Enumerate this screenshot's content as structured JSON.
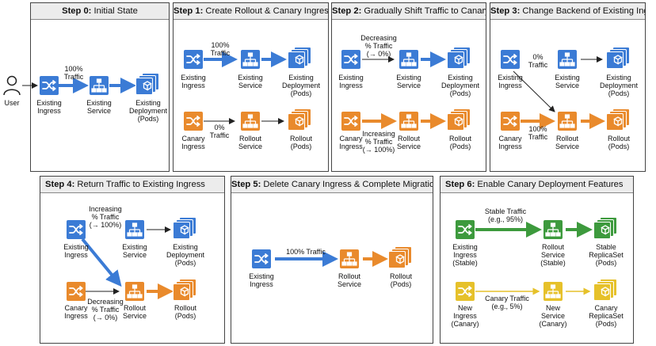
{
  "user": {
    "label": "User"
  },
  "colors": {
    "ingress_blue": "#3b7bd5",
    "service_blue": "#3b7bd5",
    "pods_blue": "#3b7bd5",
    "canary_orange": "#e98a2c",
    "stable_green": "#3d9a3d",
    "canary_yellow": "#e6c12a",
    "arrow": "#222222"
  },
  "icons": {
    "ingress": "shuffle-icon",
    "service": "org-chart-icon",
    "deployment": "pods-stack-icon"
  },
  "panels": [
    {
      "step": "Step 0:",
      "title": "Initial State",
      "labels": {
        "ingress": "Existing\nIngress",
        "service": "Existing\nService",
        "deployment": "Existing\nDeployment\n(Pods)",
        "traffic": "100%\nTraffic"
      }
    },
    {
      "step": "Step 1:",
      "title": "Create Rollout & Canary Ingress",
      "labels": {
        "ingress": "Existing\nIngress",
        "service": "Existing\nService",
        "deployment": "Existing\nDeployment\n(Pods)",
        "traffic_top": "100%\nTraffic",
        "canary_ingress": "Canary\nIngress",
        "rollout_service": "Rollout\nService",
        "rollout": "Rollout\n(Pods)",
        "traffic_bottom": "0%\nTraffic"
      }
    },
    {
      "step": "Step 2:",
      "title": "Gradually Shift Traffic to Canary",
      "labels": {
        "ingress": "Existing\nIngress",
        "service": "Existing\nService",
        "deployment": "Existing\nDeployment\n(Pods)",
        "traffic_top": "Decreasing\n% Traffic\n(→ 0%)",
        "canary_ingress": "Canary\nIngress",
        "rollout_service": "Rollout\nService",
        "rollout": "Rollout\n(Pods)",
        "traffic_bottom": "Increasing\n% Traffic\n(→ 100%)"
      }
    },
    {
      "step": "Step 3:",
      "title": "Change Backend of Existing Ingress",
      "labels": {
        "ingress": "Existing\nIngress",
        "service": "Existing\nService",
        "deployment": "Existing\nDeployment\n(Pods)",
        "traffic_top": "0%\nTraffic",
        "canary_ingress": "Canary\nIngress",
        "rollout_service": "Rollout\nService",
        "rollout": "Rollout\n(Pods)",
        "traffic_bottom": "100%\nTraffic"
      }
    },
    {
      "step": "Step 4:",
      "title": "Return Traffic to Existing Ingress",
      "labels": {
        "ingress": "Existing\nIngress",
        "service": "Existing\nService",
        "deployment": "Existing\nDeployment\n(Pods)",
        "traffic_top": "Increasing\n% Traffic\n(→ 100%)",
        "canary_ingress": "Canary\nIngress",
        "rollout_service": "Rollout\nService",
        "rollout": "Rollout\n(Pods)",
        "traffic_bottom": "Decreasing\n% Traffic\n(→ 0%)"
      }
    },
    {
      "step": "Step 5:",
      "title": "Delete Canary Ingress & Complete Migration",
      "labels": {
        "ingress": "Existing\nIngress",
        "rollout_service": "Rollout\nService",
        "rollout": "Rollout\n(Pods)",
        "traffic": "100% Traffic"
      }
    },
    {
      "step": "Step 6:",
      "title": "Enable Canary Deployment Features",
      "labels": {
        "stable_ingress": "Existing\nIngress\n(Stable)",
        "stable_service": "Rollout\nService\n(Stable)",
        "stable_replicaset": "Stable\nReplicaSet\n(Pods)",
        "traffic_top": "Stable Traffic\n(e.g., 95%)",
        "canary_ingress": "New\nIngress\n(Canary)",
        "canary_service": "New\nService\n(Canary)",
        "canary_replicaset": "Canary\nReplicaSet\n(Pods)",
        "traffic_bottom": "Canary Traffic\n(e.g., 5%)"
      }
    }
  ]
}
